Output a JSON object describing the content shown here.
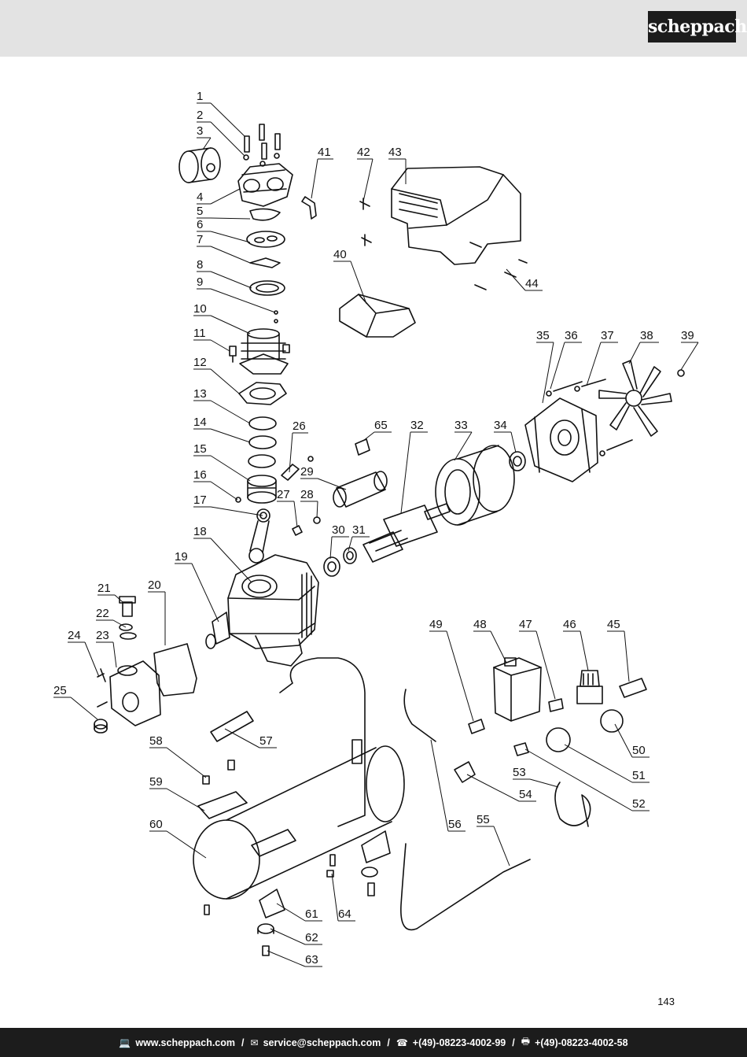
{
  "header": {
    "brand": "scheppach"
  },
  "diagram": {
    "part_labels": [
      "1",
      "2",
      "3",
      "4",
      "5",
      "6",
      "7",
      "8",
      "9",
      "10",
      "11",
      "12",
      "13",
      "14",
      "15",
      "16",
      "17",
      "18",
      "19",
      "20",
      "21",
      "22",
      "23",
      "24",
      "25",
      "26",
      "27",
      "28",
      "29",
      "30",
      "31",
      "32",
      "33",
      "34",
      "35",
      "36",
      "37",
      "38",
      "39",
      "40",
      "41",
      "42",
      "43",
      "44",
      "45",
      "46",
      "47",
      "48",
      "49",
      "50",
      "51",
      "52",
      "53",
      "54",
      "55",
      "56",
      "57",
      "58",
      "59",
      "60",
      "61",
      "62",
      "63",
      "64",
      "65"
    ]
  },
  "page_number": "143",
  "footer": {
    "website_icon": "laptop-icon",
    "website": "www.scheppach.com",
    "email_icon": "mail-icon",
    "email": "service@scheppach.com",
    "phone_icon": "phone-icon",
    "phone": "+(49)-08223-4002-99",
    "fax_icon": "fax-icon",
    "fax": "+(49)-08223-4002-58",
    "separator": "/"
  }
}
